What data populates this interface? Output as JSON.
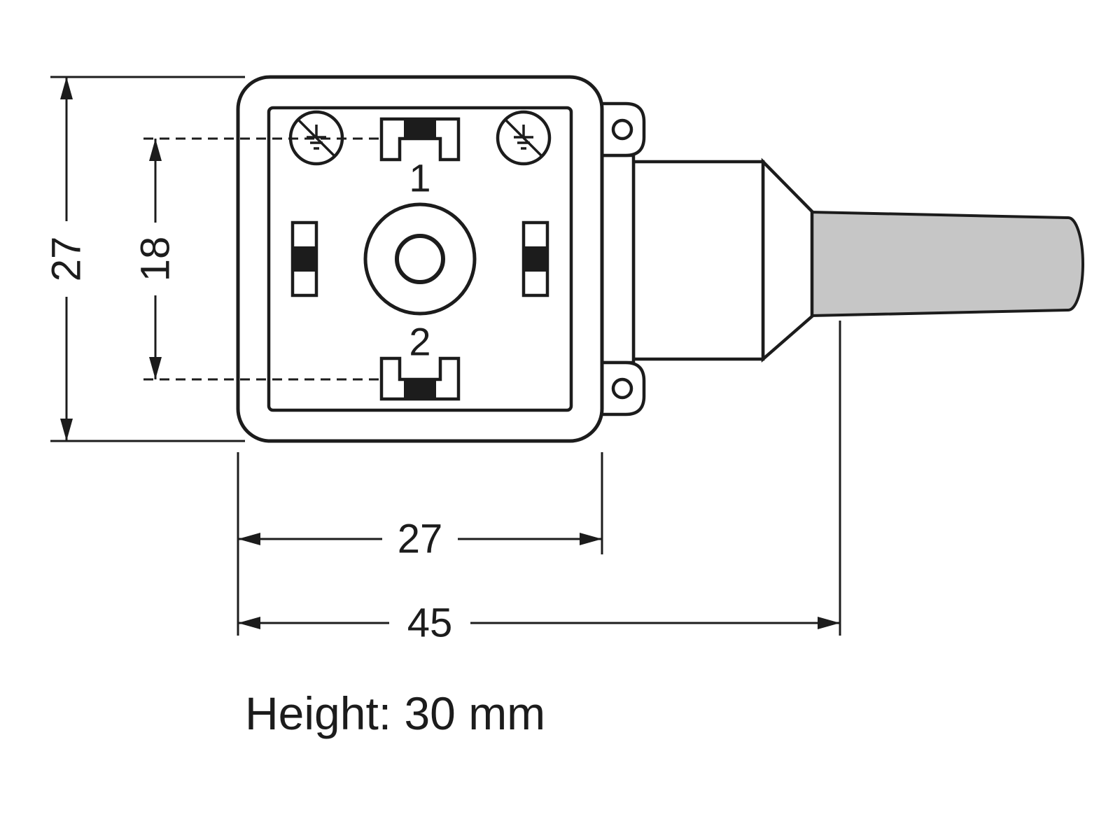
{
  "pins": {
    "pin1": "1",
    "pin2": "2"
  },
  "dimensions": {
    "overall_height": "27",
    "pin_spacing": "18",
    "body_width": "27",
    "overall_length": "45"
  },
  "note": {
    "height": "Height: 30 mm"
  },
  "colors": {
    "line": "#1c1c1c",
    "cable_fill": "#c6c6c6",
    "contact_fill": "#1c1c1c",
    "background": "#ffffff"
  }
}
